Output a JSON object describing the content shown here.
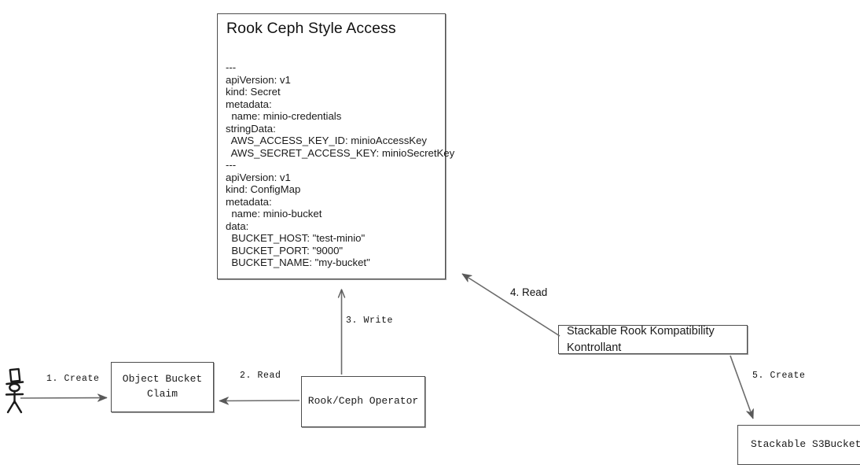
{
  "diagram": {
    "title_visible": false,
    "background": "#ffffff",
    "line_color": "#4d4d4d",
    "text_color": "#1a1a1a"
  },
  "yaml_card": {
    "title": "Rook Ceph Style Access",
    "body": "---\napiVersion: v1\nkind: Secret\nmetadata:\n  name: minio-credentials\nstringData:\n  AWS_ACCESS_KEY_ID: minioAccessKey\n  AWS_SECRET_ACCESS_KEY: minioSecretKey\n---\napiVersion: v1\nkind: ConfigMap\nmetadata:\n  name: minio-bucket\ndata:\n  BUCKET_HOST: \"test-minio\"\n  BUCKET_PORT: \"9000\"\n  BUCKET_NAME: \"my-bucket\"",
    "lines": [
      "---",
      "apiVersion: v1",
      "kind: Secret",
      "metadata:",
      "  name: minio-credentials",
      "stringData:",
      "  AWS_ACCESS_KEY_ID: minioAccessKey",
      "  AWS_SECRET_ACCESS_KEY: minioSecretKey",
      "---",
      "apiVersion: v1",
      "kind: ConfigMap",
      "metadata:",
      "  name: minio-bucket",
      "data:",
      "  BUCKET_HOST: \"test-minio\"",
      "  BUCKET_PORT: \"9000\"",
      "  BUCKET_NAME: \"my-bucket\""
    ]
  },
  "nodes": {
    "object_bucket_claim": {
      "label": "Object Bucket\nClaim"
    },
    "rook_ceph_operator": {
      "label": "Rook/Ceph Operator"
    },
    "stackable_controller": {
      "label": "Stackable Rook Kompatibility Kontrollant"
    },
    "stackable_s3bucket": {
      "label": "Stackable S3Bucket"
    }
  },
  "actor": {
    "name": "user-stick-figure",
    "has_hat": true
  },
  "edges": [
    {
      "id": 1,
      "label": "1. Create",
      "from": "actor",
      "to": "object_bucket_claim"
    },
    {
      "id": 2,
      "label": "2. Read",
      "from": "rook_ceph_operator",
      "to": "object_bucket_claim"
    },
    {
      "id": 3,
      "label": "3. Write",
      "from": "rook_ceph_operator",
      "to": "yaml_card"
    },
    {
      "id": 4,
      "label": "4. Read",
      "from": "stackable_controller",
      "to": "yaml_card"
    },
    {
      "id": 5,
      "label": "5. Create",
      "from": "stackable_controller",
      "to": "stackable_s3bucket"
    }
  ]
}
